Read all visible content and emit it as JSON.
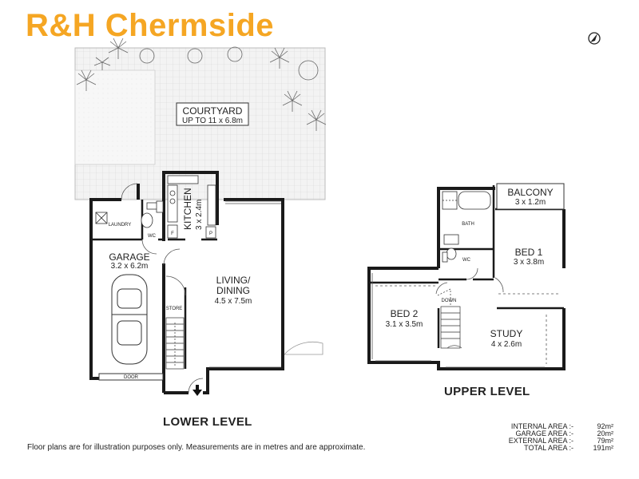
{
  "brand": {
    "name": "R&H Chermside",
    "color": "#f5a623"
  },
  "lower_level": {
    "title": "LOWER LEVEL",
    "courtyard": {
      "name": "COURTYARD",
      "dims": "UP TO 11 x 6.8m"
    },
    "kitchen": {
      "name": "KITCHEN",
      "dims": "3 x 2.4m"
    },
    "laundry": {
      "name": "LAUNDRY"
    },
    "wc": {
      "name": "WC"
    },
    "garage": {
      "name": "GARAGE",
      "dims": "3.2 x 6.2m",
      "door": "DOOR"
    },
    "living": {
      "name": "LIVING/",
      "name2": "DINING",
      "dims": "4.5 x 7.5m"
    },
    "store": {
      "name": "STORE"
    },
    "fridge": "F",
    "pantry": "P"
  },
  "upper_level": {
    "title": "UPPER LEVEL",
    "balcony": {
      "name": "BALCONY",
      "dims": "3 x 1.2m"
    },
    "bath": {
      "name": "BATH"
    },
    "wc": {
      "name": "WC"
    },
    "bed1": {
      "name": "BED 1",
      "dims": "3 x 3.8m"
    },
    "bed2": {
      "name": "BED 2",
      "dims": "3.1 x 3.5m"
    },
    "study": {
      "name": "STUDY",
      "dims": "4 x 2.6m"
    },
    "down": "DOWN"
  },
  "areas": [
    {
      "label": "INTERNAL AREA :-",
      "value": "92m²"
    },
    {
      "label": "GARAGE AREA :-",
      "value": "20m²"
    },
    {
      "label": "EXTERNAL AREA :-",
      "value": "79m²"
    },
    {
      "label": "TOTAL AREA :-",
      "value": "191m²"
    }
  ],
  "disclaimer": "Floor plans are for illustration purposes only. Measurements are in metres and are approximate.",
  "icons": {
    "compass": "north-compass-icon",
    "entry": "entry-arrow-icon"
  },
  "colors": {
    "wall": "#1a1a1a",
    "courtyard_fill": "#f0f0f0",
    "tile": "#d9d9d9"
  }
}
